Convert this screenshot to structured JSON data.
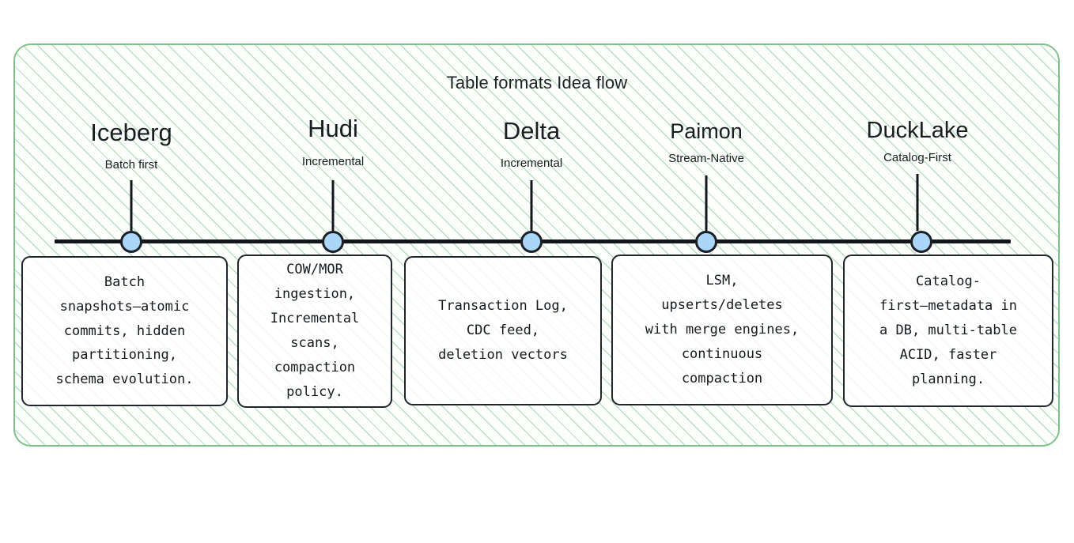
{
  "diagram": {
    "title": "Table formats Idea flow",
    "type": "timeline",
    "frame_border_color": "#7fc08a",
    "hatch_color": "#82c48c",
    "axis_color": "#13171c",
    "node_fill_color": "#aad7f7",
    "node_stroke_color": "#1b1f26",
    "box_stroke_color": "#22262c"
  },
  "nodes": [
    {
      "title": "Iceberg",
      "subtitle": "Batch first",
      "description": "Batch\nsnapshots—atomic\ncommits, hidden\npartitioning,\nschema evolution."
    },
    {
      "title": "Hudi",
      "subtitle": "Incremental",
      "description": "COW/MOR\ningestion,\nIncremental\nscans,\ncompaction\npolicy."
    },
    {
      "title": "Delta",
      "subtitle": "Incremental",
      "description": "Transaction Log,\nCDC feed,\ndeletion vectors"
    },
    {
      "title": "Paimon",
      "subtitle": "Stream-Native",
      "description": "LSM,\nupserts/deletes\nwith merge engines,\ncontinuous\ncompaction"
    },
    {
      "title": "DuckLake",
      "subtitle": "Catalog-First",
      "description": "Catalog-\nfirst—metadata in\na DB, multi-table\nACID, faster\nplanning."
    }
  ]
}
